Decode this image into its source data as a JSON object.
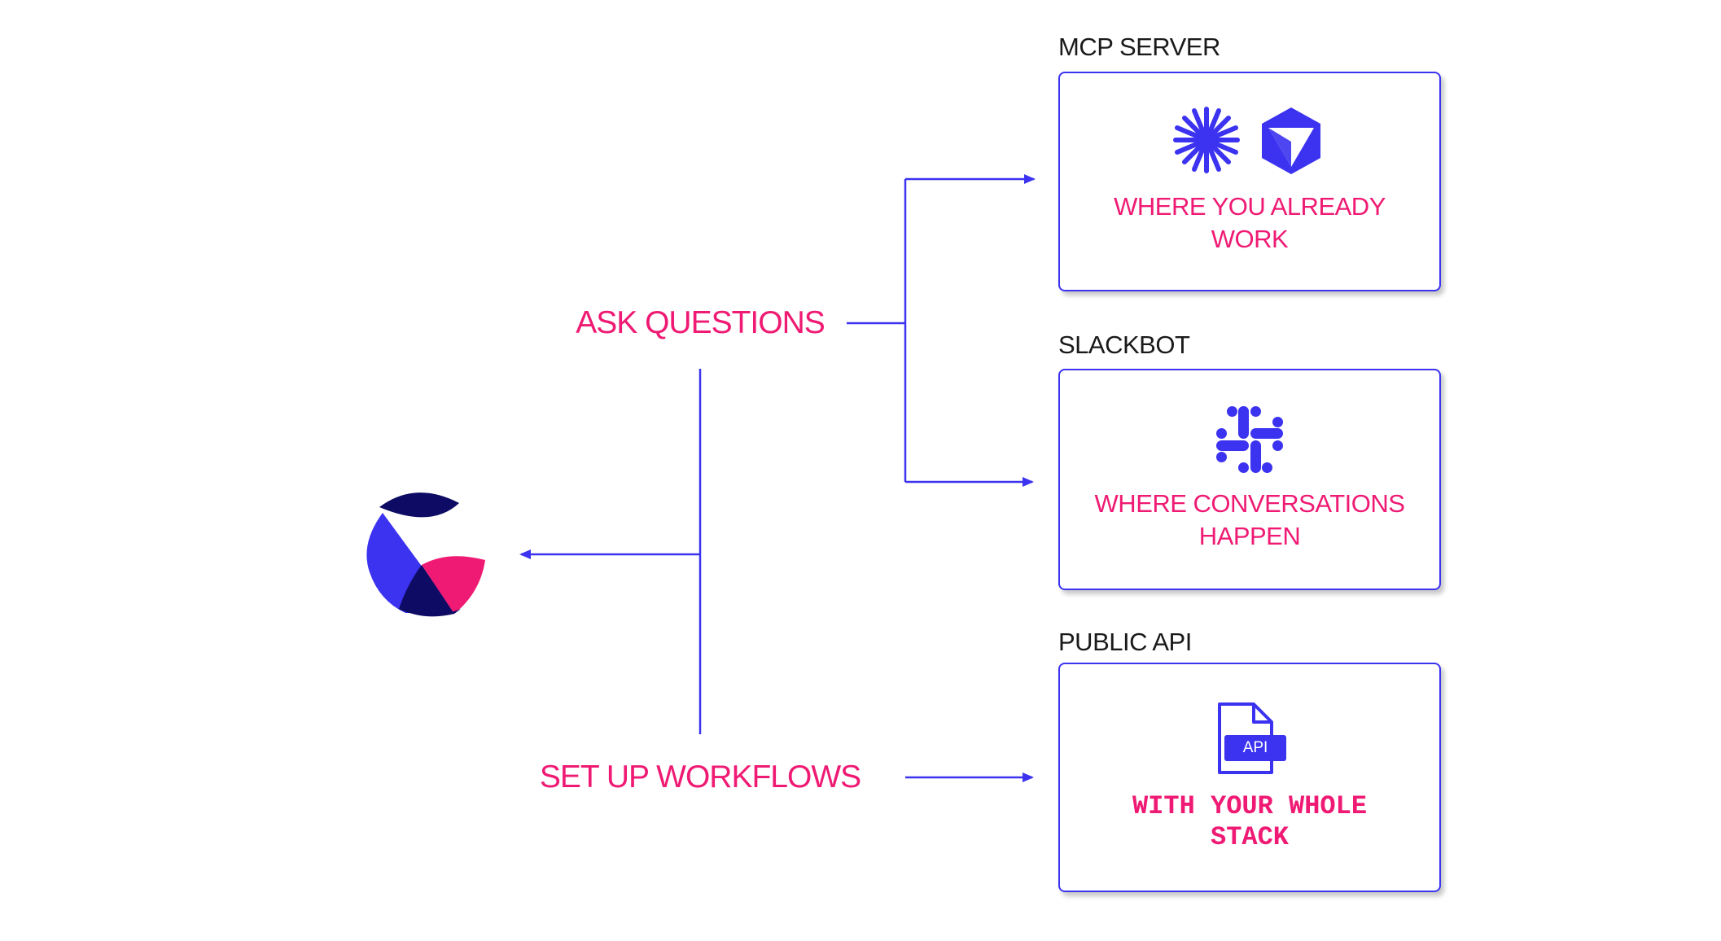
{
  "colors": {
    "accent_blue": "#3b33f0",
    "accent_pink": "#ef1a73",
    "navy": "#0d0b63",
    "text_dark": "#1a1a1a"
  },
  "actions": {
    "ask": "ASK QUESTIONS",
    "workflows": "SET UP WORKFLOWS"
  },
  "channels": [
    {
      "id": "mcp",
      "label": "MCP SERVER",
      "caption_lines": [
        "WHERE YOU ALREADY",
        "WORK"
      ],
      "icons": [
        "claude-starburst-icon",
        "cursor-cube-icon"
      ]
    },
    {
      "id": "slack",
      "label": "SLACKBOT",
      "caption_lines": [
        "WHERE CONVERSATIONS",
        "HAPPEN"
      ],
      "icons": [
        "slack-icon"
      ]
    },
    {
      "id": "api",
      "label": "PUBLIC API",
      "caption_lines": [
        "WITH YOUR WHOLE",
        "STACK"
      ],
      "icons": [
        "api-file-icon"
      ],
      "icon_text": "API"
    }
  ],
  "logo": {
    "icon": "brand-logo-icon"
  }
}
